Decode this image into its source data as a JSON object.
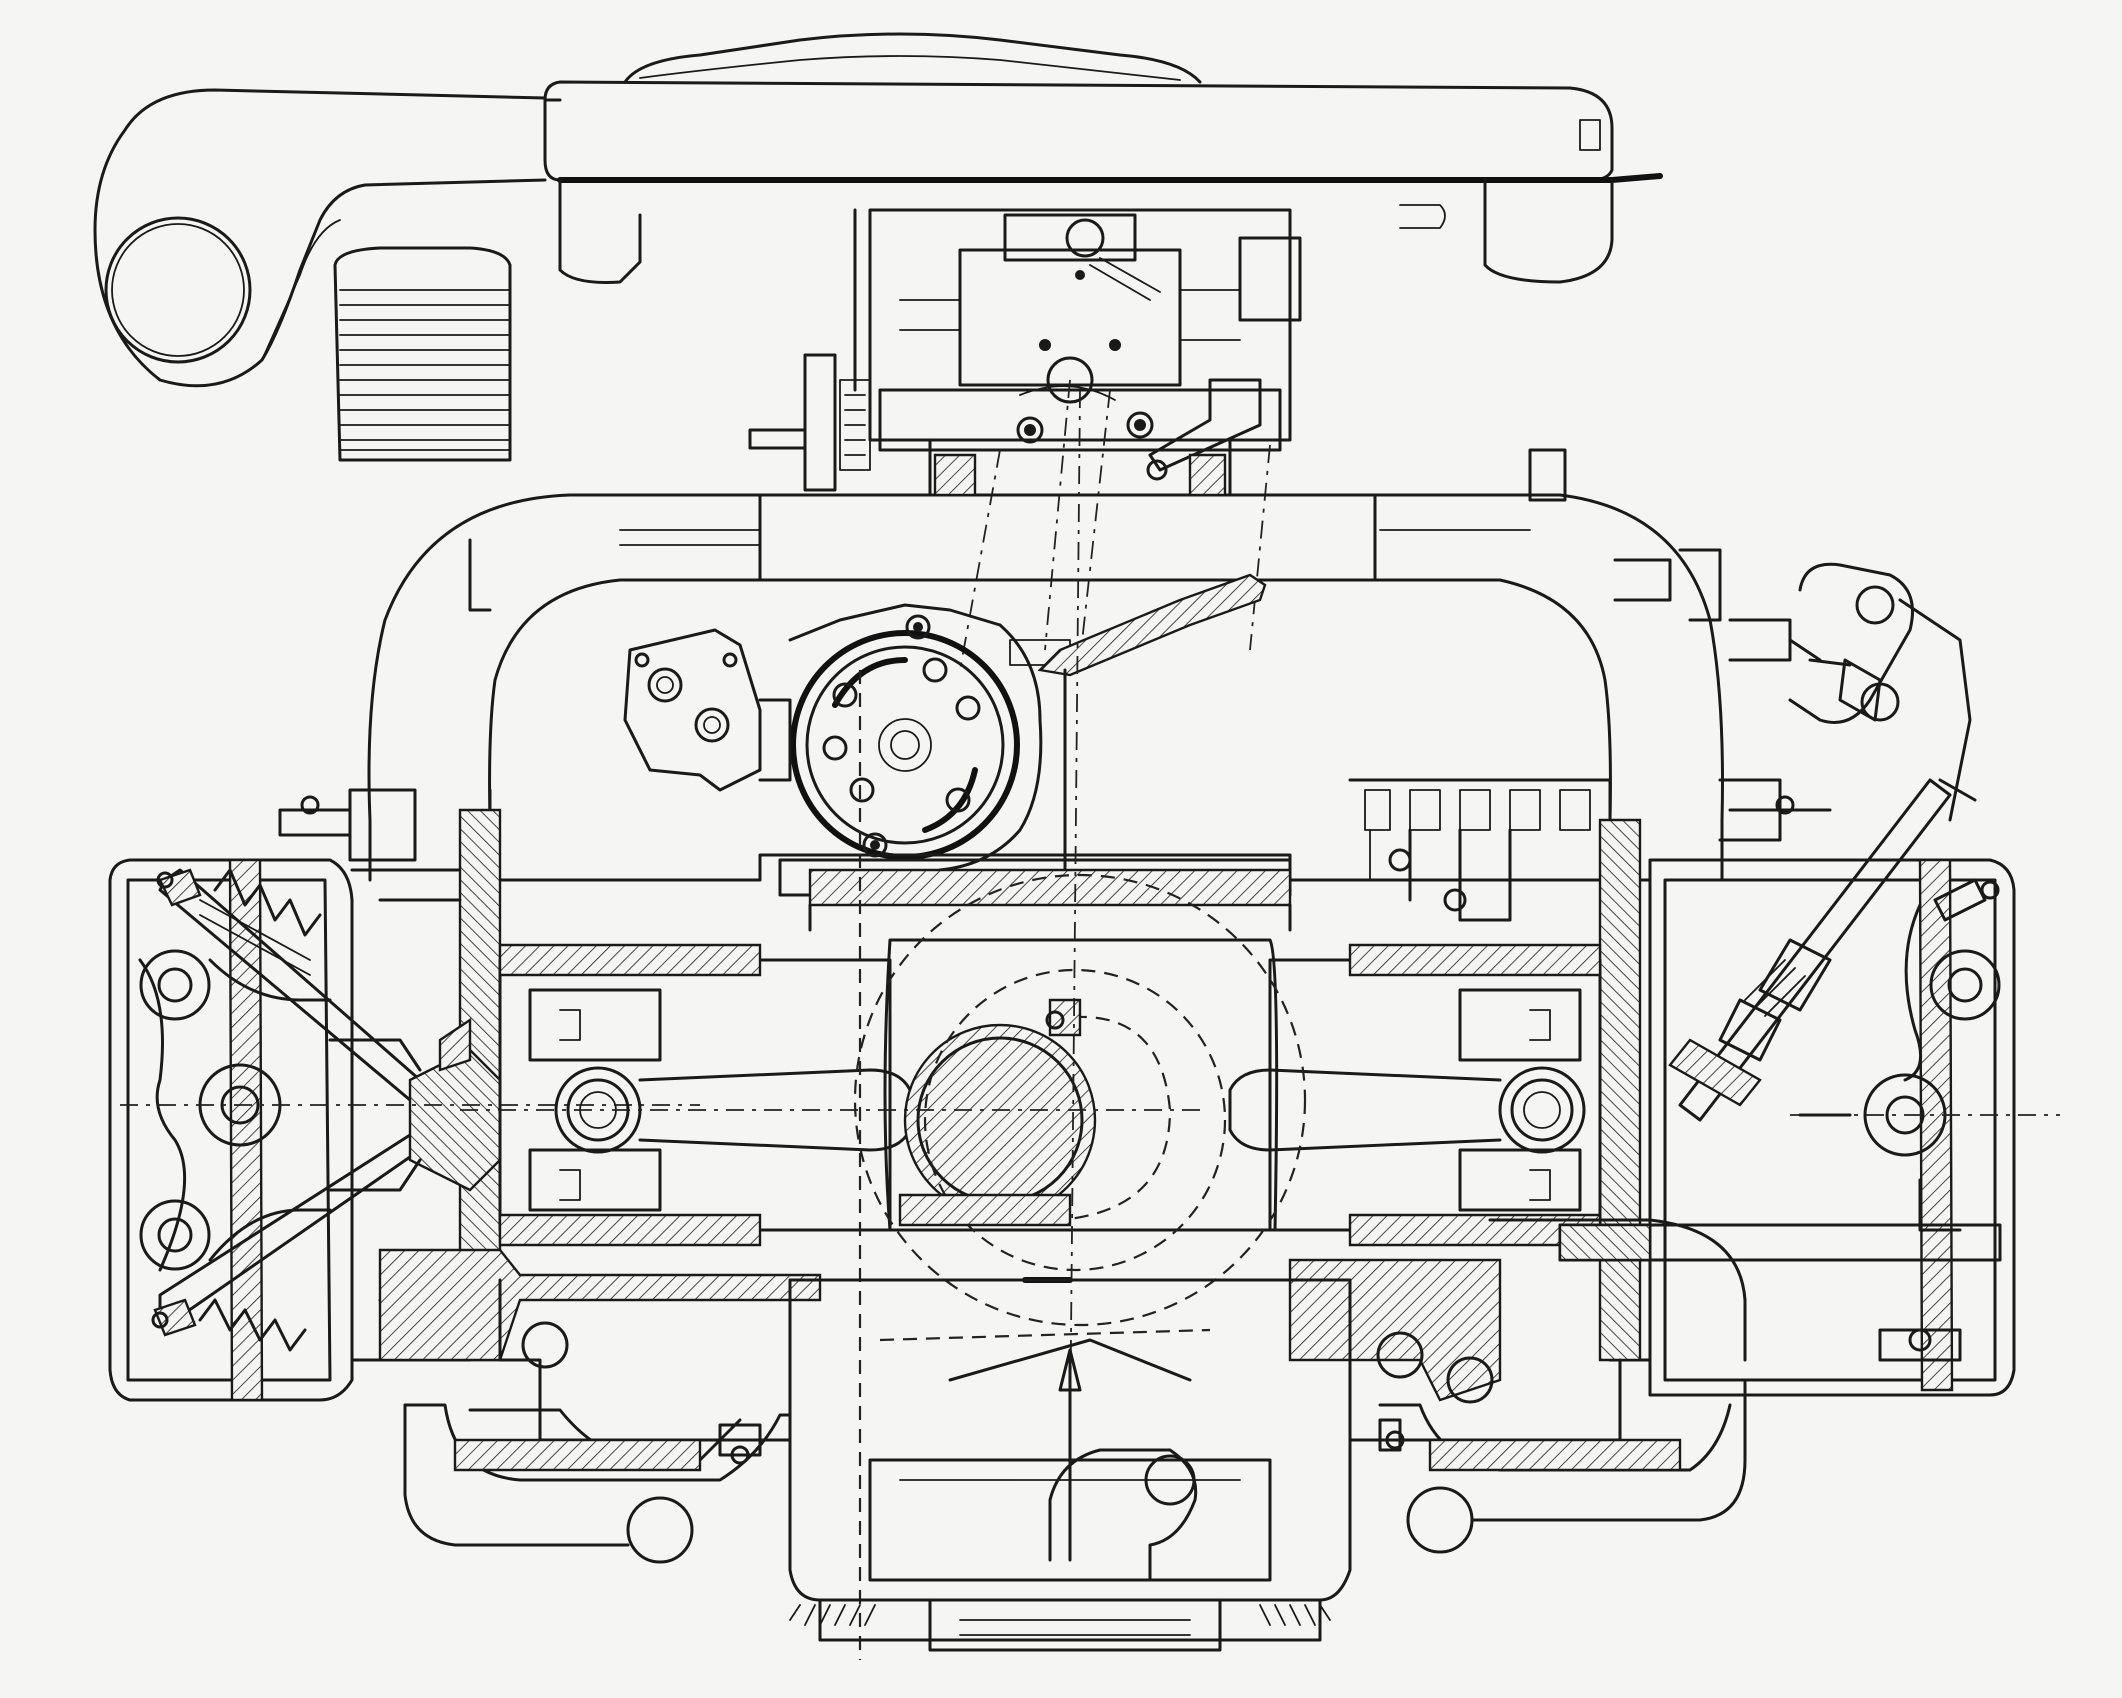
{
  "drawing": {
    "style": "monochrome technical line drawing",
    "ink_color": "#1a1a1a",
    "paper_color": "#f5f5f3",
    "icons": [
      "air-cleaner-housing",
      "intake-snorkel",
      "carburetor",
      "intake-manifold",
      "distributor-drive",
      "fuel-pump",
      "crankshaft-journal",
      "connecting-rod",
      "piston",
      "valve-rocker-assembly",
      "valve-spring",
      "camshaft",
      "oil-sump",
      "exhaust-heat-exchanger"
    ]
  }
}
